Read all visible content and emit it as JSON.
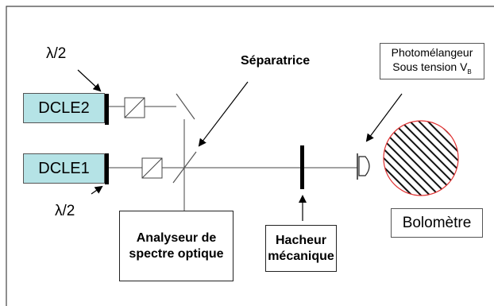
{
  "lasers": {
    "dcle2": "DCLE2",
    "dcle1": "DCLE1"
  },
  "waveplates": {
    "top_label": "λ/2",
    "bottom_label": "λ/2"
  },
  "separatrice_label": "Séparatrice",
  "photomixer": {
    "line1": "Photomélangeur",
    "line2_prefix": "Sous tension V",
    "line2_sub": "B"
  },
  "bolometer_label": "Bolomètre",
  "chopper": {
    "line1": "Hacheur",
    "line2": "mécanique"
  },
  "analyzer": {
    "line1": "Analyseur de",
    "line2": "spectre optique"
  },
  "colors": {
    "laser_fill": "#b5e3e6",
    "bolometer_outline": "#e03030",
    "hatch": "#111111"
  },
  "icons": {
    "polarizer": "polarizer-cube-icon",
    "mirror": "mirror-icon",
    "beam_splitter": "beam-splitter-icon",
    "detector": "photomixer-detector-icon",
    "bolometer": "bolometer-hatched-disc-icon"
  }
}
